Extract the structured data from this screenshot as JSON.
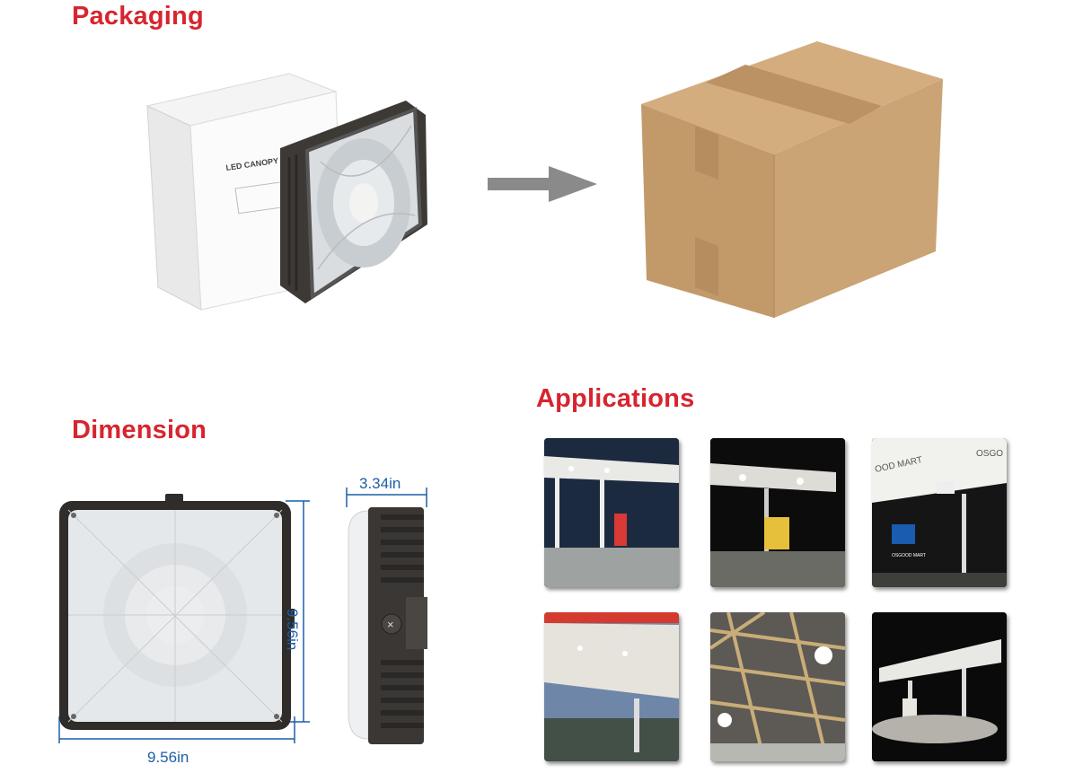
{
  "sections": {
    "packaging": "Packaging",
    "dimension": "Dimension",
    "applications": "Applications"
  },
  "packaging": {
    "box_print": "LED CANOPY L"
  },
  "dimension": {
    "width": "9.56in",
    "height": "9.56in",
    "depth": "3.34in"
  },
  "colors": {
    "heading": "#d7252f",
    "dimension_line": "#1d5fa8",
    "arrow": "#8a8a8a",
    "cardboard": "#c9a071"
  },
  "applications": {
    "photos": [
      {
        "scene": "gas-station-canopy-dusk"
      },
      {
        "scene": "gas-station-canopy-night"
      },
      {
        "scene": "mart-canopy-night",
        "signs": [
          "OOD MART",
          "OSGO",
          "OSGOOD MART"
        ]
      },
      {
        "scene": "canopy-ceiling-red-fascia"
      },
      {
        "scene": "warehouse-truss-ceiling"
      },
      {
        "scene": "gas-station-night-wide"
      }
    ]
  }
}
